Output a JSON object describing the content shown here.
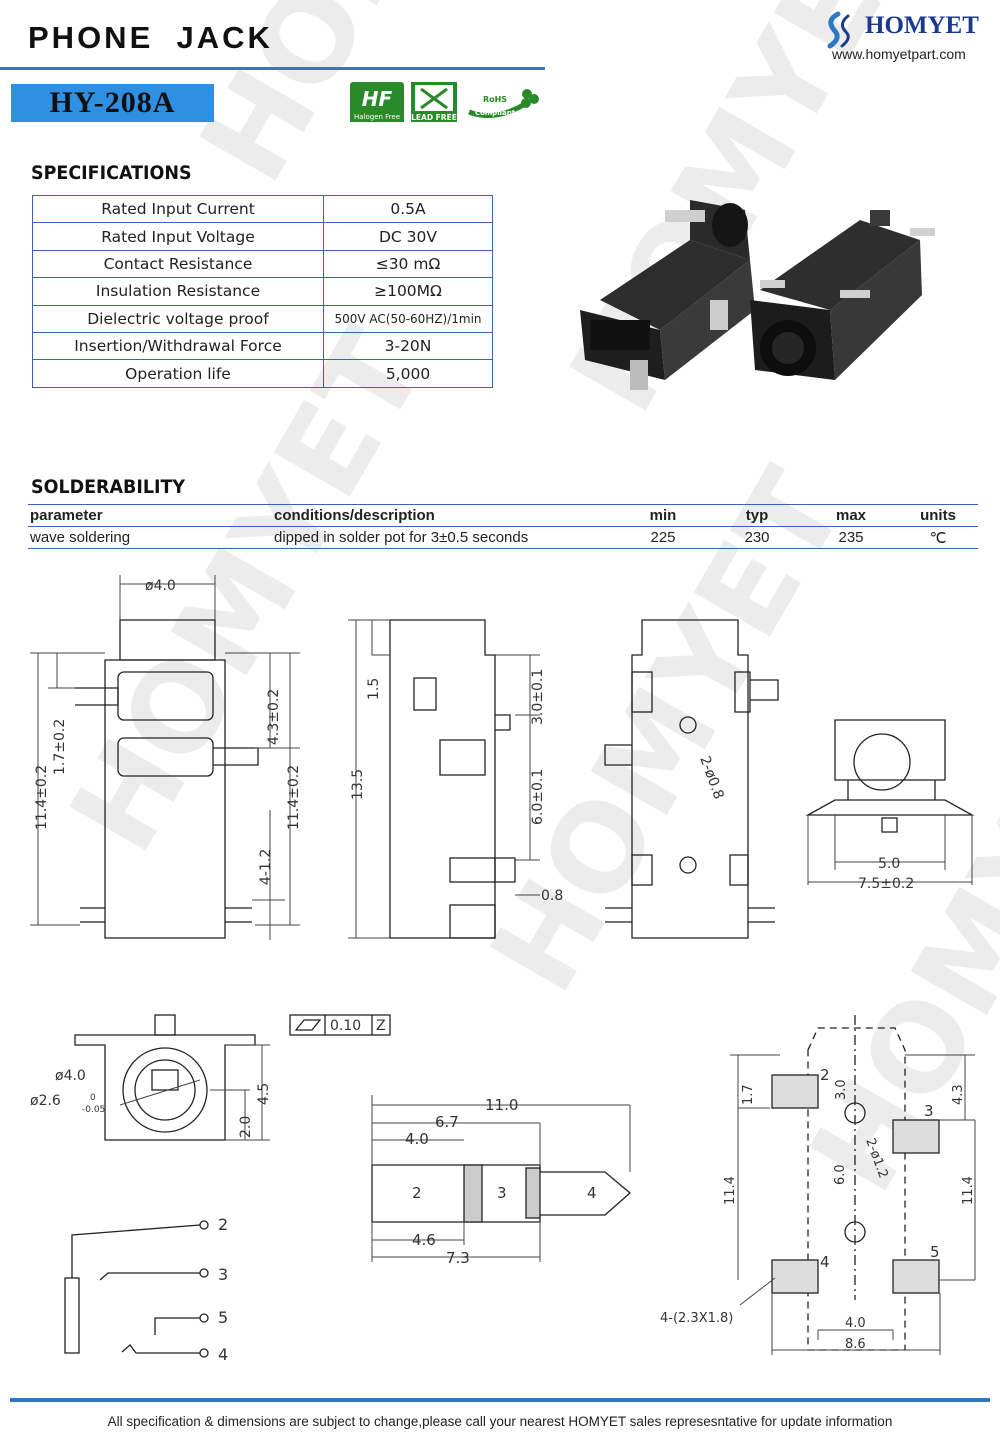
{
  "header": {
    "title": "PHONE  JACK",
    "model": "HY-208A",
    "brand_name": "HOMYET",
    "brand_url": "www.homyetpart.com",
    "badges": {
      "halogen_free": "Halogen Free",
      "lead_free": "LEAD FREE",
      "rohs_line1": "RoHS",
      "rohs_line2": "Compliant"
    }
  },
  "watermark": "HOMYET",
  "specifications": {
    "heading": "SPECIFICATIONS",
    "rows": [
      {
        "param": "Rated Input Current",
        "value": "0.5A"
      },
      {
        "param": "Rated Input Voltage",
        "value": "DC  30V"
      },
      {
        "param": "Contact Resistance",
        "value": "≤30  mΩ"
      },
      {
        "param": "Insulation Resistance",
        "value": "≥100MΩ"
      },
      {
        "param": "Dielectric voltage proof",
        "value": "500V AC(50-60HZ)/1min"
      },
      {
        "param": "Insertion/Withdrawal Force",
        "value": "3-20N"
      },
      {
        "param": "Operation life",
        "value": "5,000"
      }
    ]
  },
  "solderability": {
    "heading": "SOLDERABILITY",
    "headers": [
      "parameter",
      "conditions/description",
      "min",
      "typ",
      "max",
      "units"
    ],
    "row": [
      "wave soldering",
      "dipped in solder pot for 3±0.5 seconds",
      "225",
      "230",
      "235",
      "℃"
    ]
  },
  "drawing_labels": {
    "front": [
      "ø4.0",
      "11.4±0.2",
      "1.7±0.2",
      "4.3±0.2",
      "11.4±0.2",
      "4-1.2"
    ],
    "side": [
      "1.5",
      "13.5",
      "3.0±0.1",
      "6.0±0.1",
      "0.8"
    ],
    "back": [
      "2-ø0.8"
    ],
    "end": [
      "5.0",
      "7.5±0.2"
    ],
    "face": [
      "ø4.0",
      "ø2.6",
      "0",
      "-0.05",
      "2.0",
      "4.5",
      "0.10",
      "Z"
    ],
    "plug": [
      "11.0",
      "6.7",
      "4.0",
      "2",
      "3",
      "4",
      "4.6",
      "7.3"
    ],
    "schematic": [
      "2",
      "3",
      "5",
      "4"
    ],
    "footprint": [
      "1.7",
      "3.0",
      "4.3",
      "2",
      "3",
      "11.4",
      "6.0",
      "2-ø1.2",
      "11.4",
      "4",
      "5",
      "4-(2.3X1.8)",
      "4.0",
      "8.6"
    ]
  },
  "footer": "All specification & dimensions are subject to change,please call your nearest HOMYET sales represesntative for update information"
}
